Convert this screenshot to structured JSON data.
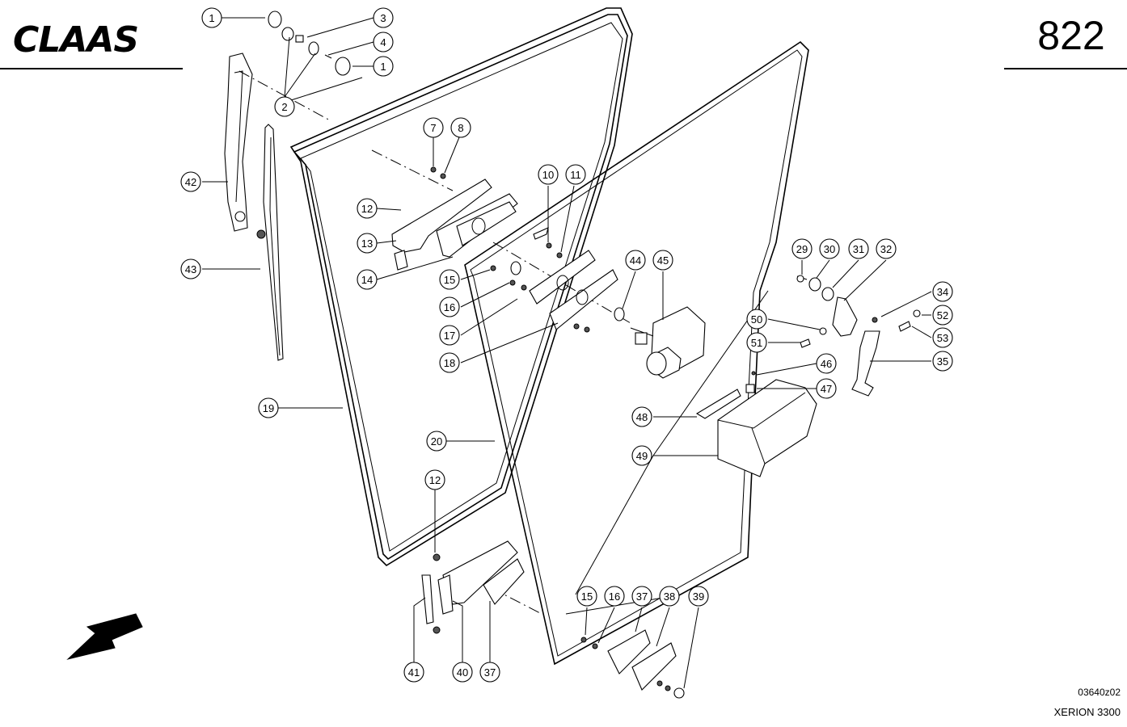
{
  "header": {
    "brand": "CLAAS",
    "page_number": "822"
  },
  "footer": {
    "drawing_code": "03640z02",
    "model": "XERION 3300"
  },
  "callouts": [
    "1",
    "2",
    "3",
    "4",
    "1",
    "7",
    "8",
    "10",
    "11",
    "12",
    "13",
    "14",
    "15",
    "16",
    "17",
    "18",
    "19",
    "20",
    "29",
    "30",
    "31",
    "32",
    "34",
    "35",
    "42",
    "43",
    "44",
    "45",
    "46",
    "47",
    "48",
    "49",
    "50",
    "51",
    "52",
    "53",
    "12",
    "15",
    "16",
    "37",
    "38",
    "39",
    "41",
    "40",
    "37"
  ],
  "colors": {
    "line": "#000000",
    "background": "#ffffff",
    "shade": "#555555"
  }
}
